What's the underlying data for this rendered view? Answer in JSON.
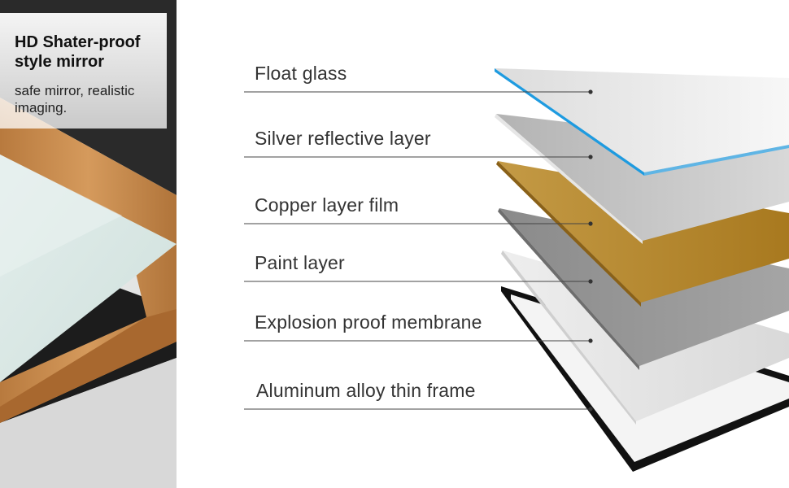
{
  "caption": {
    "title": "HD Shater-proof style mirror",
    "subtitle": "safe mirror, realistic imaging."
  },
  "layers": [
    {
      "name": "Float glass"
    },
    {
      "name": "Silver reflective layer"
    },
    {
      "name": "Copper layer film"
    },
    {
      "name": "Paint layer"
    },
    {
      "name": "Explosion proof membrane"
    },
    {
      "name": "Aluminum alloy thin frame"
    }
  ],
  "colors": {
    "float_glass_edge": "#1e9be0",
    "silver": "#bdbdbd",
    "copper": "#b8862a",
    "paint": "#8f8f8f",
    "membrane": "#e8e8e8",
    "frame": "#111111",
    "wood_frame": "#c98a4b",
    "leader_line": "#444444"
  }
}
